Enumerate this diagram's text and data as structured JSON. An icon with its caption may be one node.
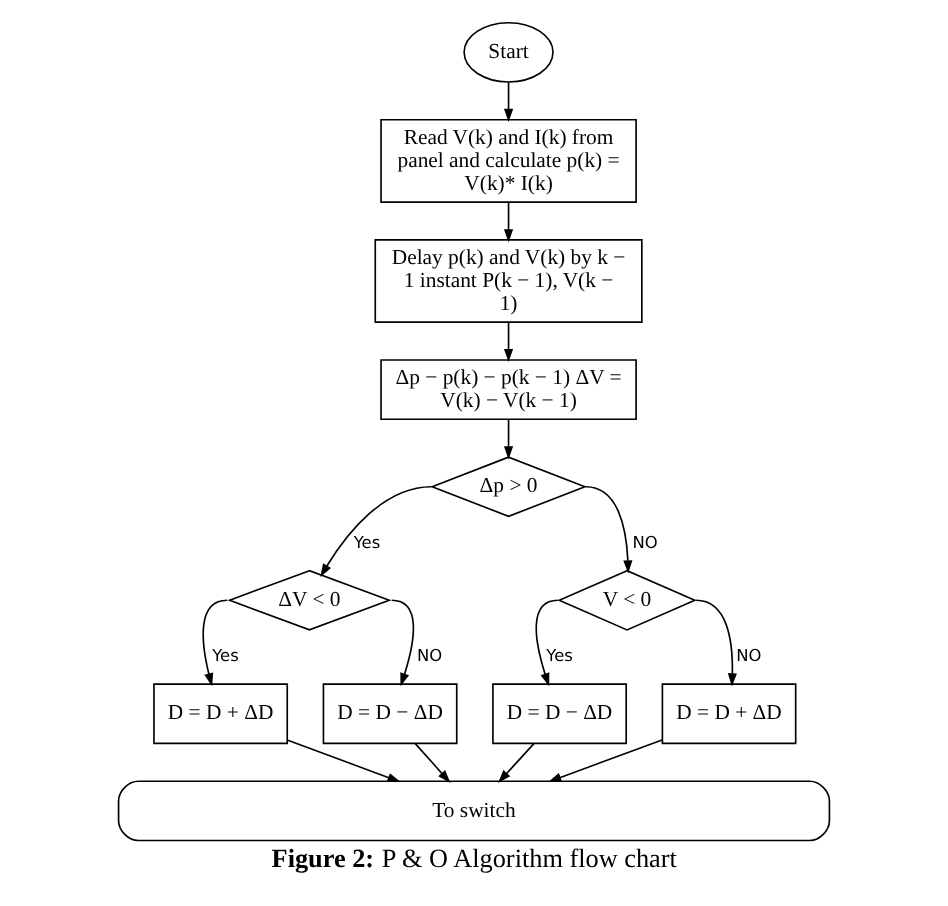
{
  "diagram": {
    "caption": "**Figure 2:** P & O Algorithm flow chart",
    "nodes": [
      {
        "text": [
          "Start"
        ]
      },
      {
        "text": [
          "Read V(k) and I(k) from panel and calculate p(k) = V(k)* I(k)"
        ]
      },
      {
        "text": [
          "Delay p(k) and V(k) by k − 1 instant P(k − 1), V(k − 1)"
        ]
      },
      {
        "text": [
          "Δp − p(k) − p(k − 1) ΔV = V(k) − V(k − 1)"
        ]
      },
      {
        "text": [
          "Δp > 0"
        ]
      },
      {
        "text": [
          "ΔV < 0"
        ]
      },
      {
        "text": [
          "V < 0"
        ]
      },
      {
        "text": [
          "D = D + ΔD"
        ]
      },
      {
        "text": [
          "D = D − ΔD"
        ]
      },
      {
        "text": [
          "D = D − ΔD"
        ]
      },
      {
        "text": [
          "D = D + ΔD"
        ]
      },
      {
        "text": [
          "To switch"
        ]
      }
    ],
    "edges": [
      {
        "from": 0,
        "to": 1,
        "arrow": "to"
      },
      {
        "from": 1,
        "to": 2,
        "arrow": "to"
      },
      {
        "from": 2,
        "to": 3,
        "arrow": "to"
      },
      {
        "from": 3,
        "to": 4,
        "arrow": "to"
      },
      {
        "from": 4,
        "to": 5,
        "arrow": "to",
        "label": "Yes"
      },
      {
        "from": 4,
        "to": 6,
        "arrow": "to",
        "label": "NO"
      },
      {
        "from": 5,
        "to": 7,
        "arrow": "to",
        "label": "Yes"
      },
      {
        "from": 5,
        "to": 8,
        "arrow": "to",
        "label": "NO"
      },
      {
        "from": 6,
        "to": 9,
        "arrow": "to",
        "label": "Yes"
      },
      {
        "from": 6,
        "to": 10,
        "arrow": "to",
        "label": "NO"
      },
      {
        "from": 7,
        "to": 11,
        "arrow": "to"
      },
      {
        "from": 8,
        "to": 11,
        "arrow": "to"
      },
      {
        "from": 9,
        "to": 11,
        "arrow": "to"
      },
      {
        "from": 10,
        "to": 11,
        "arrow": "to"
      }
    ]
  }
}
